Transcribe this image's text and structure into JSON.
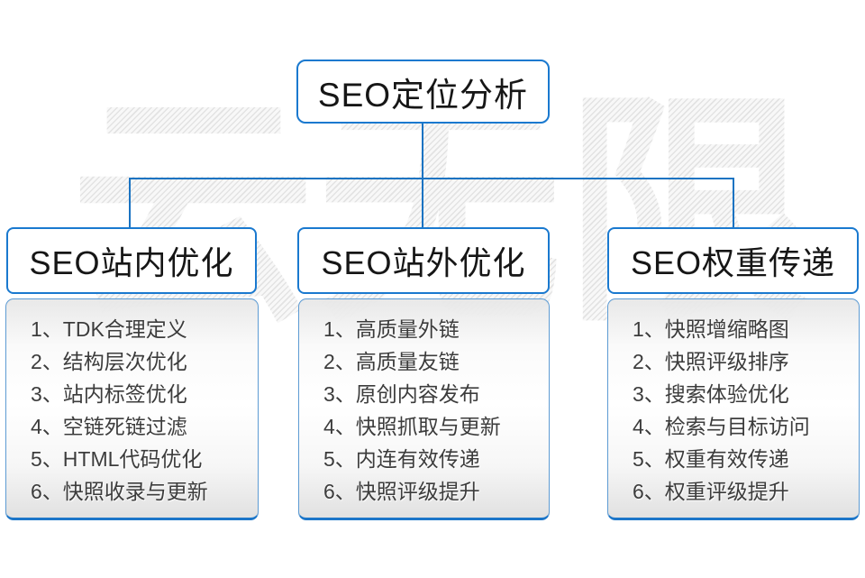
{
  "page": {
    "background": "#ffffff",
    "accent_blue": "#1a73c2",
    "border_blue": "#1a79cf",
    "header_text_color": "#161616",
    "list_text_color": "#3c3c3c"
  },
  "watermark": {
    "text": "云无限"
  },
  "root": {
    "title": "SEO定位分析"
  },
  "columns": [
    {
      "title": "SEO站内优化",
      "items": [
        "1、TDK合理定义",
        "2、结构层次优化",
        "3、站内标签优化",
        "4、空链死链过滤",
        "5、HTML代码优化",
        "6、快照收录与更新"
      ]
    },
    {
      "title": "SEO站外优化",
      "items": [
        "1、高质量外链",
        "2、高质量友链",
        "3、原创内容发布",
        "4、快照抓取与更新",
        "5、内连有效传递",
        "6、快照评级提升"
      ]
    },
    {
      "title": "SEO权重传递",
      "items": [
        "1、快照增缩略图",
        "2、快照评级排序",
        "3、搜索体验优化",
        "4、检索与目标访问",
        "5、权重有效传递",
        "6、权重评级提升"
      ]
    }
  ]
}
